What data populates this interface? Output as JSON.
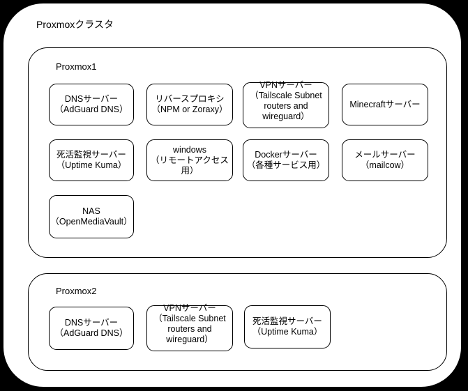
{
  "diagram": {
    "title": "Proxmoxクラスタ",
    "colors": {
      "background": "#000000",
      "shape_fill": "#ffffff",
      "stroke": "#000000",
      "text": "#000000"
    },
    "groups": [
      {
        "name": "Proxmox1",
        "servers": [
          "DNSサーバー\n（AdGuard DNS）",
          "リバースプロキシ\n（NPM or Zoraxy）",
          "VPNサーバー\n（Tailscale Subnet\nrouters and\nwireguard）",
          "Minecraftサーバー",
          "死活監視サーバー\n（Uptime Kuma）",
          "windows\n（リモートアクセス\n用）",
          "Dockerサーバー\n（各種サービス用）",
          "メールサーバー\n（mailcow）",
          "NAS\n（OpenMediaVault）"
        ]
      },
      {
        "name": "Proxmox2",
        "servers": [
          "DNSサーバー\n（AdGuard DNS）",
          "VPNサーバー\n（Tailscale Subnet\nrouters and\nwireguard）",
          "死活監視サーバー\n（Uptime Kuma）"
        ]
      }
    ]
  }
}
